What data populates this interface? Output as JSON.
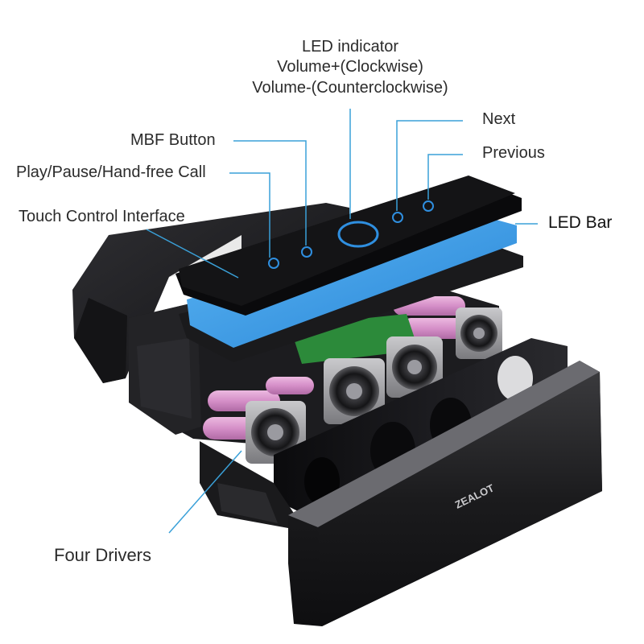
{
  "labels": {
    "led_indicator": "LED indicator",
    "volume_plus": "Volume+(Clockwise)",
    "volume_minus": "Volume-(Counterclockwise)",
    "next": "Next",
    "previous": "Previous",
    "mbf_button": "MBF Button",
    "play_pause": "Play/Pause/Hand-free Call",
    "touch_control": "Touch Control Interface",
    "led_bar": "LED Bar",
    "four_drivers": "Four Drivers"
  },
  "brand_text": "ZEALOT",
  "colors": {
    "leader_line": "#3aa0d8",
    "led_bar": "#3a9be8",
    "touch_glow": "#2f8fe0",
    "speaker_body": "#1d1d1f",
    "battery": "#d58fc8",
    "pcb": "#2c8a3a"
  }
}
